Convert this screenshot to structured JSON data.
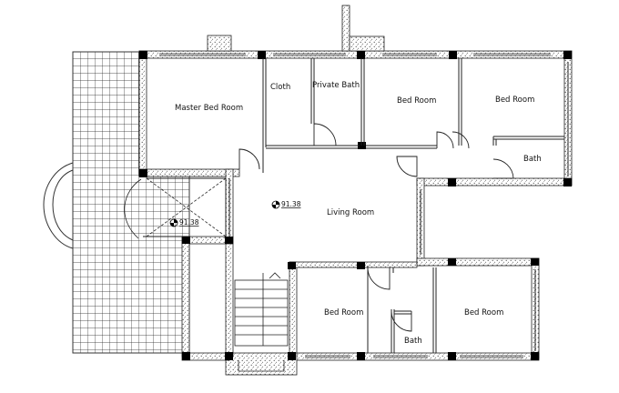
{
  "rooms": {
    "master_bed": "Master Bed Room",
    "cloth": "Cloth",
    "private_bath": "Private Bath",
    "bed_1": "Bed Room",
    "bed_2": "Bed Room",
    "bath_1": "Bath",
    "living": "Living Room",
    "bed_3": "Bed Room",
    "bed_4": "Bed Room",
    "bath_2": "Bath"
  },
  "levels": {
    "living": "91.38",
    "stair_hall": "91.38"
  }
}
